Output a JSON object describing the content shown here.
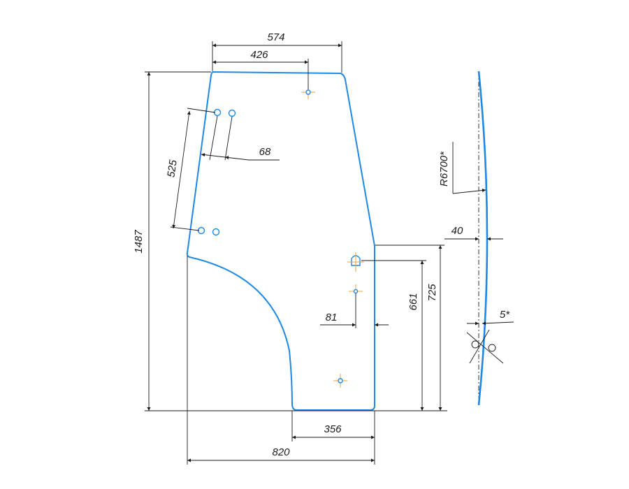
{
  "drawing": {
    "dimensions": {
      "top_width": "574",
      "hole_offset": "426",
      "hole_spacing": "68",
      "hole_pitch": "525",
      "total_height": "1487",
      "lower_hole_offset": "81",
      "height_661": "661",
      "height_725": "725",
      "bottom_width": "356",
      "total_width": "820"
    },
    "side_view": {
      "radius": "R6700*",
      "depth": "40",
      "angle": "5*"
    },
    "colors": {
      "outline": "#1e88e5",
      "center_mark": "#e8a23a",
      "dimension_line": "#1a1a1a"
    }
  }
}
